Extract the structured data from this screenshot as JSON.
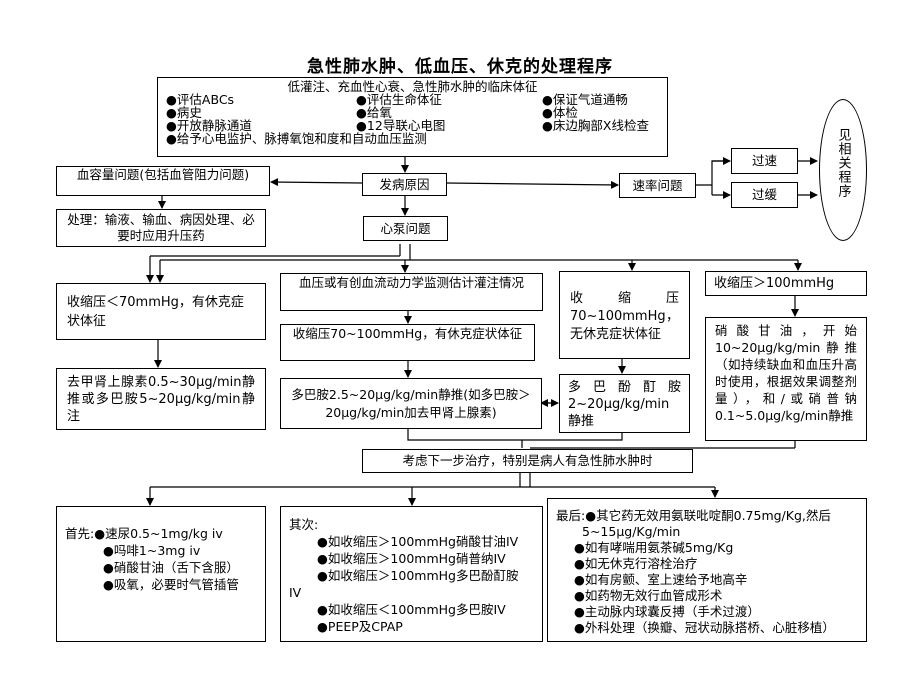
{
  "title": "急性肺水肿、低血压、休克的处理程序",
  "top_box": {
    "heading": "低灌注、充血性心衰、急性肺水肿的临床体征",
    "col1": [
      "●评估ABCs",
      "●病史",
      "●开放静脉通道"
    ],
    "col2": [
      "●评估生命体征",
      "●给氧",
      "●12导联心电图"
    ],
    "col3": [
      "●保证气道通畅",
      "●体检",
      "●床边胸部X线检查"
    ],
    "last": "●给予心电监护、脉搏氧饱和度和自动血压监测"
  },
  "cause_box": "发病原因",
  "volume_box": "血容量问题(包括血管阻力问题)",
  "volume_treat": "处理：输液、输血、病因处理、必要时应用升压药",
  "rate_box": "速率问题",
  "fast_box": "过速",
  "slow_box": "过缓",
  "see_box": "见相关程序",
  "pump_box": "心泵问题",
  "sbp_low": "收缩压＜70mmHg，有休克症状体征",
  "norepi": "去甲肾上腺素0.5~30μg/min静推或多巴胺5~20μg/kg/min静注",
  "hemo": "血压或有创血流动力学监测估计灌注情况",
  "sbp_mid_shock": "收缩压70~100mmHg，有休克症状体征",
  "dopamine": "多巴胺2.5~20μg/kg/min静推(如多巴胺＞20μg/kg/min加去甲肾上腺素)",
  "sbp_mid_noshock": "收缩压70~100mmHg，无休克症状体征",
  "dobutamine": "多巴酚酊胺2~20μg/kg/min静推",
  "sbp_high": "收缩压＞100mmHg",
  "nitro": "硝酸甘油，开始10~20μg/kg/min静推（如持续缺血和血压升高时使用，根据效果调整剂量），和/或硝普钠 0.1~5.0μg/kg/min静推",
  "next_step": "考虑下一步治疗，特别是病人有急性肺水肿时",
  "first": {
    "lead": "首先:●速尿0.5~1mg/kg  iv",
    "items": [
      "●吗啡1~3mg  iv",
      "●硝酸甘油（舌下含服）",
      "●吸氧，必要时气管插管"
    ]
  },
  "second": {
    "lead": "其次:",
    "items": [
      "●如收缩压＞100mmHg硝酸甘油IV",
      "●如收缩压＞100mmHg硝普纳IV",
      "●如收缩压＞100mmHg多巴酚酊胺",
      "●如收缩压＜100mmHg多巴胺IV",
      "●PEEP及CPAP"
    ],
    "wrap": "IV"
  },
  "last": {
    "lead": "最后:●其它药无效用氨联吡啶酮0.75mg/Kg,然后",
    "lead2": "5~15μg/Kg/min",
    "items": [
      "●如有哮喘用氨茶碱5mg/Kg",
      "●如无休克行溶栓治疗",
      "●如有房颤、室上速给予地高辛",
      "●如药物无效行血管成形术",
      "●主动脉内球囊反搏（手术过渡）",
      "●外科处理（换瓣、冠状动脉搭桥、心脏移植）"
    ]
  }
}
